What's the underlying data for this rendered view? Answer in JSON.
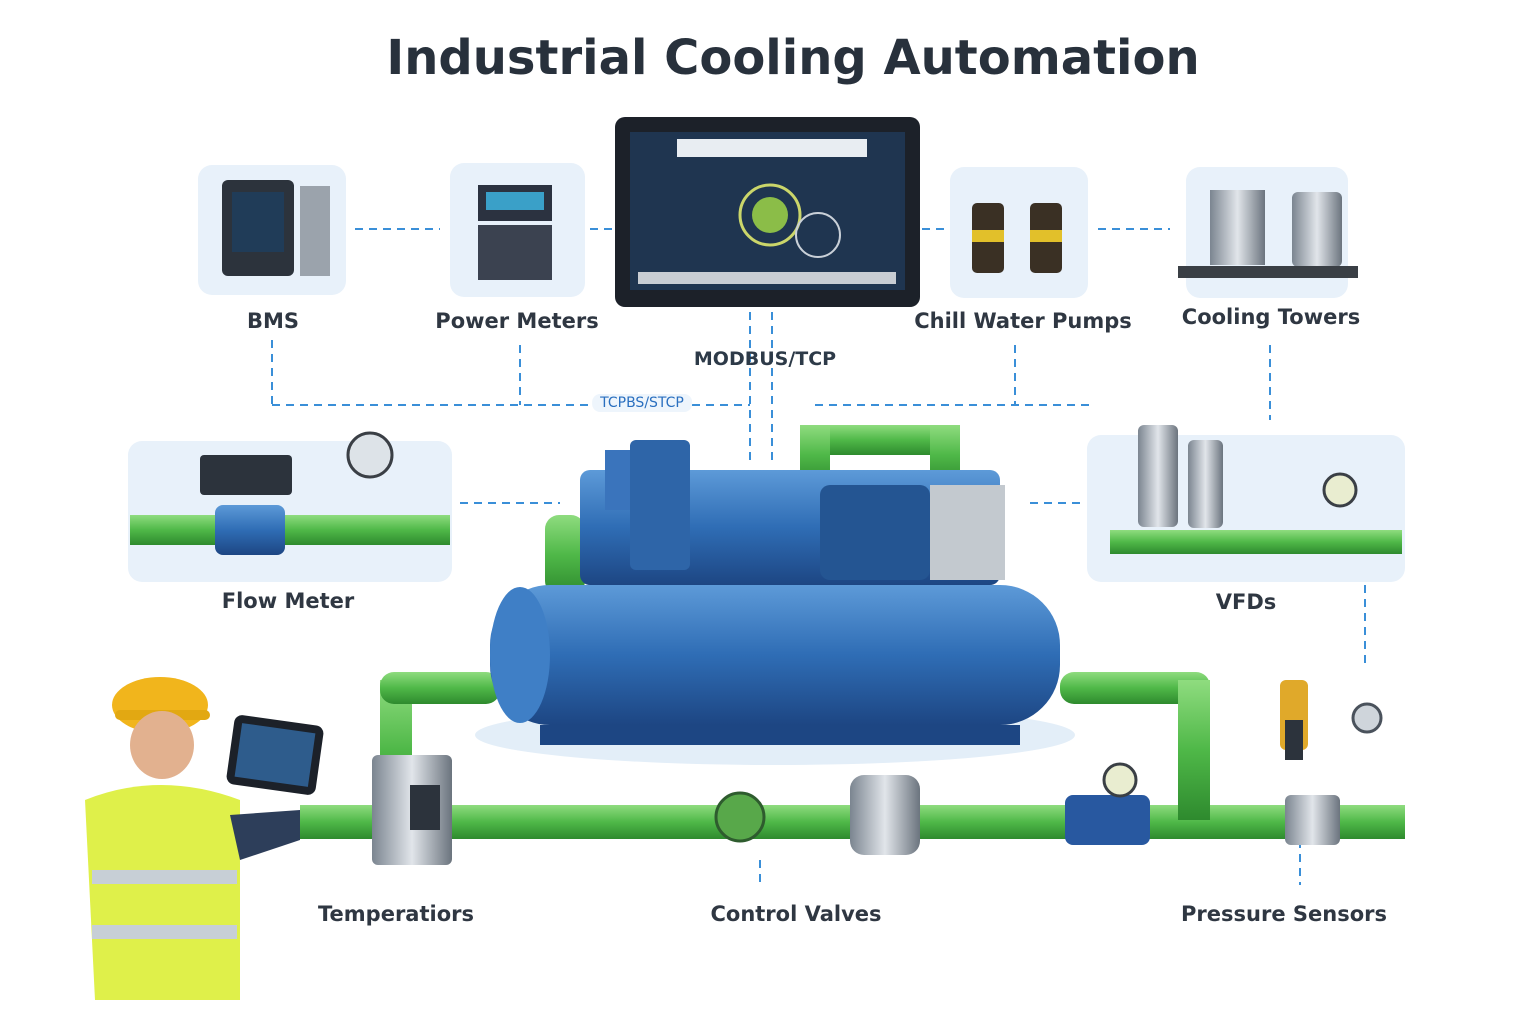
{
  "title": "Industrial Cooling Automation",
  "protocols": {
    "primary": "MODBUS/TCP",
    "secondary": "TCPBS/STCP"
  },
  "components": {
    "bms": "BMS",
    "power_meters": "Power Meters",
    "chill_water_pumps": "Chill Water Pumps",
    "cooling_towers": "Cooling Towers",
    "flow_meter": "Flow Meter",
    "vfds": "VFDs",
    "temperatures": "Temperatiors",
    "control_valves": "Control Valves",
    "pressure_sensors": "Pressure Sensors"
  },
  "colors": {
    "pipe": "#4fb848",
    "equipment": "#2e6db3",
    "link": "#3a8fd8",
    "title": "#28313c"
  }
}
